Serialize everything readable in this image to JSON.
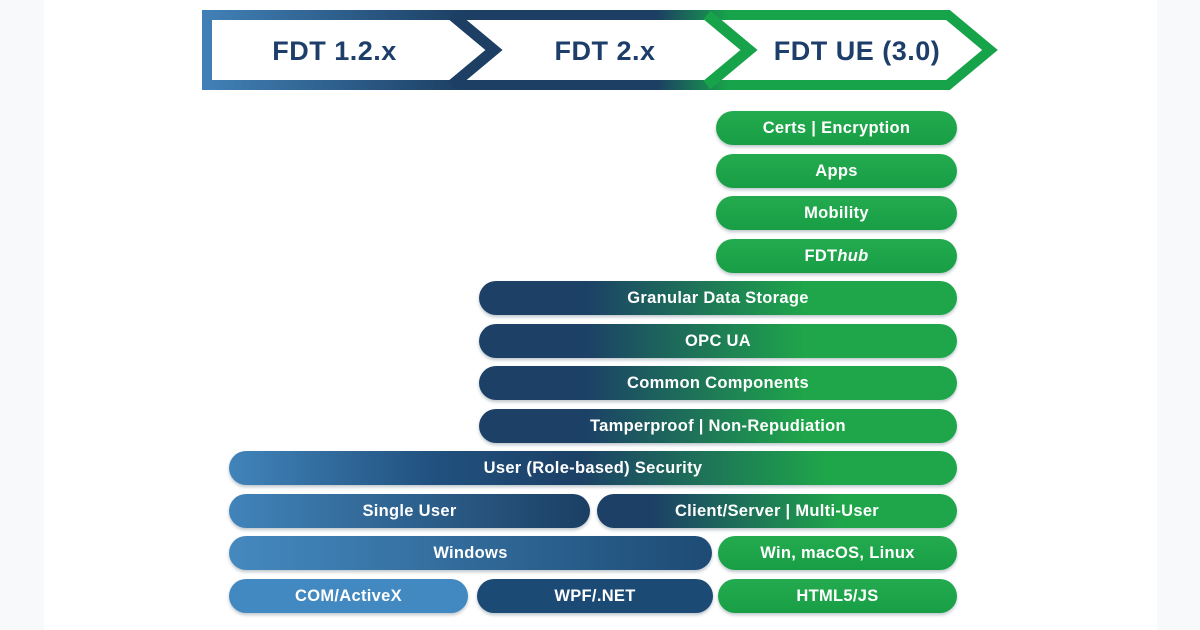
{
  "banner": {
    "segments": [
      {
        "label": "FDT 1.2.x"
      },
      {
        "label": "FDT 2.x"
      },
      {
        "label": "FDT UE (3.0)"
      }
    ]
  },
  "bars": {
    "certs_encryption": {
      "label": "Certs | Encryption"
    },
    "apps": {
      "label": "Apps"
    },
    "mobility": {
      "label": "Mobility"
    },
    "fdthub": {
      "label_main": "FDT",
      "label_italic": "hub"
    },
    "granular_data_storage": {
      "label": "Granular Data Storage"
    },
    "opc_ua": {
      "label": "OPC UA"
    },
    "common_components": {
      "label": "Common Components"
    },
    "tamperproof": {
      "label": "Tamperproof | Non-Repudiation"
    },
    "user_security": {
      "label": "User (Role-based) Security"
    },
    "single_user": {
      "label": "Single User"
    },
    "client_server": {
      "label": "Client/Server | Multi-User"
    },
    "windows": {
      "label": "Windows"
    },
    "win_macos_linux": {
      "label": "Win, macOS, Linux"
    },
    "com_activex": {
      "label": "COM/ActiveX"
    },
    "wpf_net": {
      "label": "WPF/.NET"
    },
    "html5_js": {
      "label": "HTML5/JS"
    }
  },
  "colors": {
    "navy": "#1c4066",
    "medium_blue": "#4184ba",
    "light_blue": "#4389c1",
    "dark_navy": "#1b4a74",
    "green": "#1fa54a",
    "banner_text": "#1d3e6a",
    "side_strip": "#f7f9fb"
  }
}
